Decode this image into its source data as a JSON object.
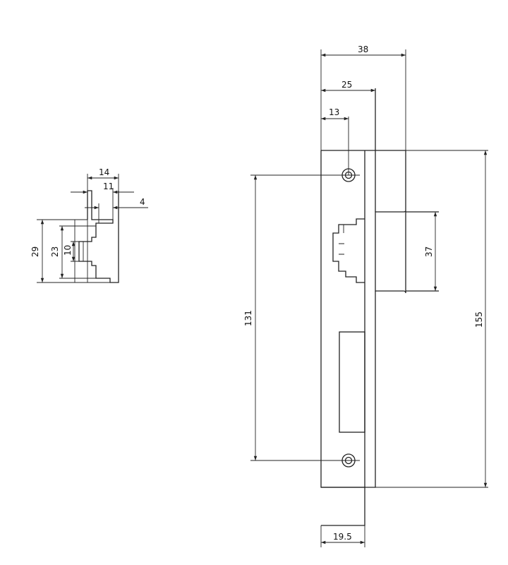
{
  "strike_plate": {
    "dimensions": {
      "width_38": "38",
      "offset_25": "25",
      "hole_offset_13": "13",
      "opening_37": "37",
      "hole_spacing_131": "131",
      "height_155": "155",
      "bottom_width_19_5": "19.5"
    }
  },
  "profile_section": {
    "dimensions": {
      "d14": "14",
      "d11": "11",
      "d4": "4",
      "d29": "29",
      "d23": "23",
      "d10": "10"
    }
  }
}
